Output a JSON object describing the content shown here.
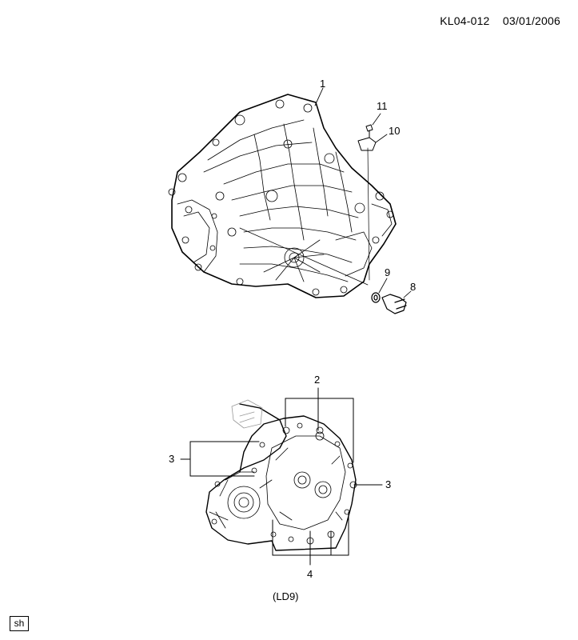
{
  "header": {
    "code": "KL04-012",
    "date": "03/01/2006"
  },
  "callouts": {
    "c1": "1",
    "c2": "2",
    "c3_left": "3",
    "c3_right": "3",
    "c4": "4",
    "c8": "8",
    "c9": "9",
    "c10": "10",
    "c11": "11"
  },
  "caption": "(LD9)",
  "corner_tag": "sh"
}
